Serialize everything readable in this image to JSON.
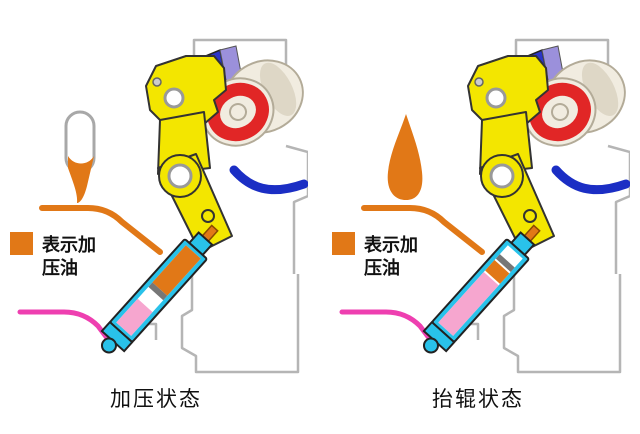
{
  "panels": {
    "left": {
      "legend_line1": "表示加",
      "legend_line2": "压油",
      "caption": "加压状态"
    },
    "right": {
      "legend_line1": "表示加",
      "legend_line2": "压油",
      "caption": "抬辊状态"
    }
  },
  "colors": {
    "pressurized_oil": "#e17817",
    "cylinder_body": "#29c2ea",
    "cylinder_chamber": "#f6a6cf",
    "lever": "#f3e600",
    "pipe_blue": "#1b2ec4",
    "line_magenta": "#ee3fb0",
    "roller_band": "#e12626",
    "roller_body": "#f1ece0",
    "wedge_dark": "#2c35c8",
    "wedge_light": "#9b90db",
    "frame": "#b5b5b5"
  }
}
